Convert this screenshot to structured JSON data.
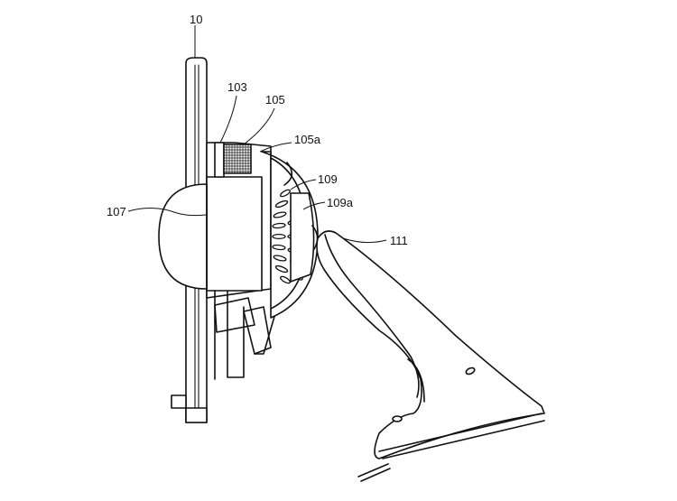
{
  "labels": {
    "housing": "10",
    "pad": "103",
    "coil": "105",
    "coil_core": "105a",
    "heat_sink": "109",
    "heat_sink_fin": "109a",
    "suction_cup_dome": "107",
    "arm": "111"
  }
}
